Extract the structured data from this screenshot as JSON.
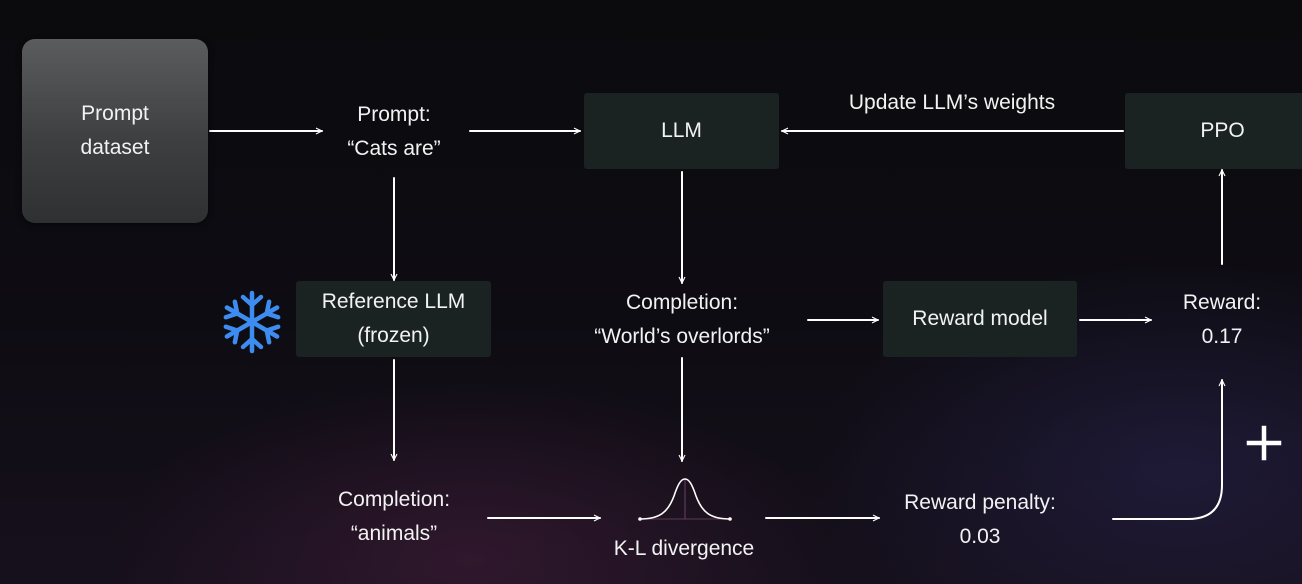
{
  "nodes": {
    "prompt_dataset": {
      "line1": "Prompt",
      "line2": "dataset"
    },
    "prompt": {
      "line1": "Prompt:",
      "line2": "“Cats are”"
    },
    "llm": {
      "label": "LLM"
    },
    "update_weights": {
      "label": "Update LLM’s weights"
    },
    "ppo": {
      "label": "PPO"
    },
    "reference_llm": {
      "line1": "Reference LLM",
      "line2": "(frozen)"
    },
    "completion_main": {
      "line1": "Completion:",
      "line2": "“World’s overlords”"
    },
    "reward_model": {
      "label": "Reward model"
    },
    "reward": {
      "line1": "Reward:",
      "line2": "0.17"
    },
    "completion_ref": {
      "line1": "Completion:",
      "line2": "“animals”"
    },
    "kl_divergence": {
      "label": "K-L divergence"
    },
    "reward_penalty": {
      "line1": "Reward penalty:",
      "line2": "0.03"
    }
  },
  "colors": {
    "arrow": "#ffffff",
    "node_fill": "#1b2322",
    "snowflake": "#3d8df0"
  },
  "icons": {
    "frozen": "snowflake-icon",
    "combine": "plus-icon",
    "distribution": "bell-curve-icon"
  }
}
